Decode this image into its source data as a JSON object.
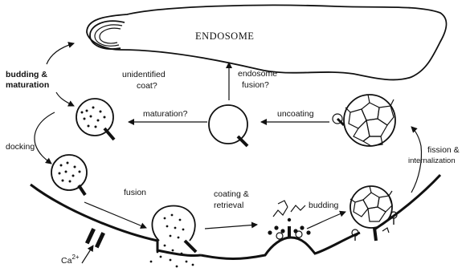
{
  "labels": {
    "endosome": "ENDOSOME",
    "unidentified_coat_1": "unidentified",
    "unidentified_coat_2": "coat?",
    "endosome_fusion_1": "endosome",
    "endosome_fusion_2": "fusion?",
    "budding_maturation_1": "budding &",
    "budding_maturation_2": "maturation",
    "maturation": "maturation?",
    "uncoating": "uncoating",
    "docking": "docking",
    "fission_1": "fission &",
    "fission_2": "internalization",
    "fusion": "fusion",
    "coating_1": "coating &",
    "coating_2": "retrieval",
    "budding": "budding",
    "calcium": "Ca",
    "calcium_charge": "2+"
  }
}
